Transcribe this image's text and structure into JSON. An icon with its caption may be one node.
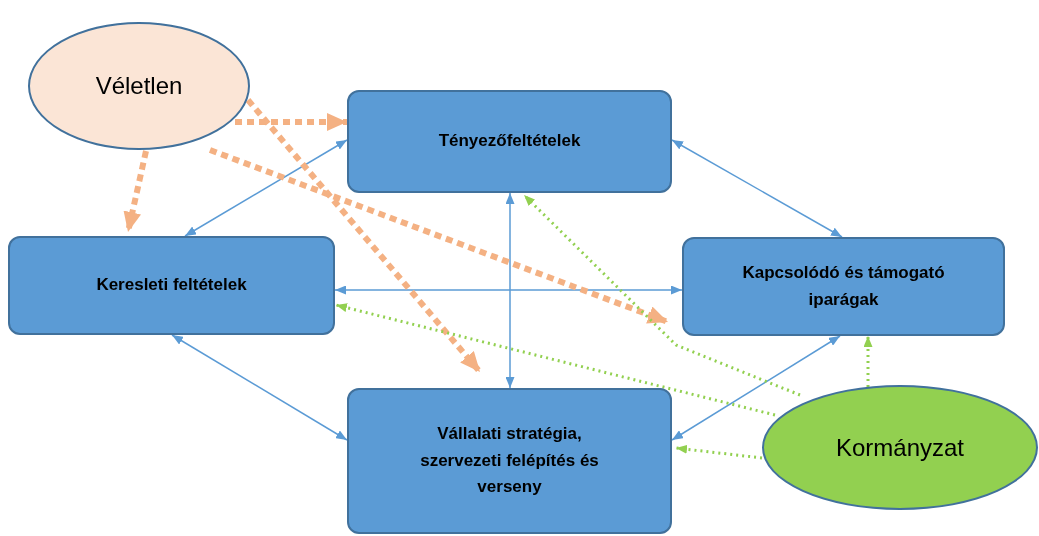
{
  "diagram": {
    "nodes": [
      {
        "text": [
          "Véletlen"
        ]
      },
      {
        "text": [
          "Tényezőfeltételek"
        ]
      },
      {
        "text": [
          "Keresleti feltételek"
        ]
      },
      {
        "text": [
          "Kapcsolódó és támogató iparágak"
        ]
      },
      {
        "text": [
          "Vállalati stratégia, szervezeti felépítés és verseny"
        ]
      },
      {
        "text": [
          "Kormányzat"
        ]
      }
    ],
    "edges": [
      {
        "from": 1,
        "to": 2,
        "arrow": "both"
      },
      {
        "from": 1,
        "to": 3,
        "arrow": "both"
      },
      {
        "from": 2,
        "to": 3,
        "arrow": "both"
      },
      {
        "from": 1,
        "to": 4,
        "arrow": "both"
      },
      {
        "from": 2,
        "to": 4,
        "arrow": "both"
      },
      {
        "from": 3,
        "to": 4,
        "arrow": "both"
      },
      {
        "from": 0,
        "to": 1,
        "arrow": "to",
        "style": "dashed",
        "color": "#f4b183"
      },
      {
        "from": 0,
        "to": 2,
        "arrow": "to",
        "style": "dashed",
        "color": "#f4b183"
      },
      {
        "from": 0,
        "to": 4,
        "arrow": "to",
        "style": "dashed",
        "color": "#f4b183"
      },
      {
        "from": 0,
        "to": 3,
        "arrow": "to",
        "style": "dashed",
        "color": "#f4b183"
      },
      {
        "from": 5,
        "to": 1,
        "arrow": "to",
        "style": "dashed",
        "color": "#92d050"
      },
      {
        "from": 5,
        "to": 2,
        "arrow": "to",
        "style": "dashed",
        "color": "#92d050"
      },
      {
        "from": 5,
        "to": 3,
        "arrow": "to",
        "style": "dashed",
        "color": "#92d050"
      },
      {
        "from": 5,
        "to": 4,
        "arrow": "to",
        "style": "dashed",
        "color": "#92d050"
      }
    ]
  }
}
